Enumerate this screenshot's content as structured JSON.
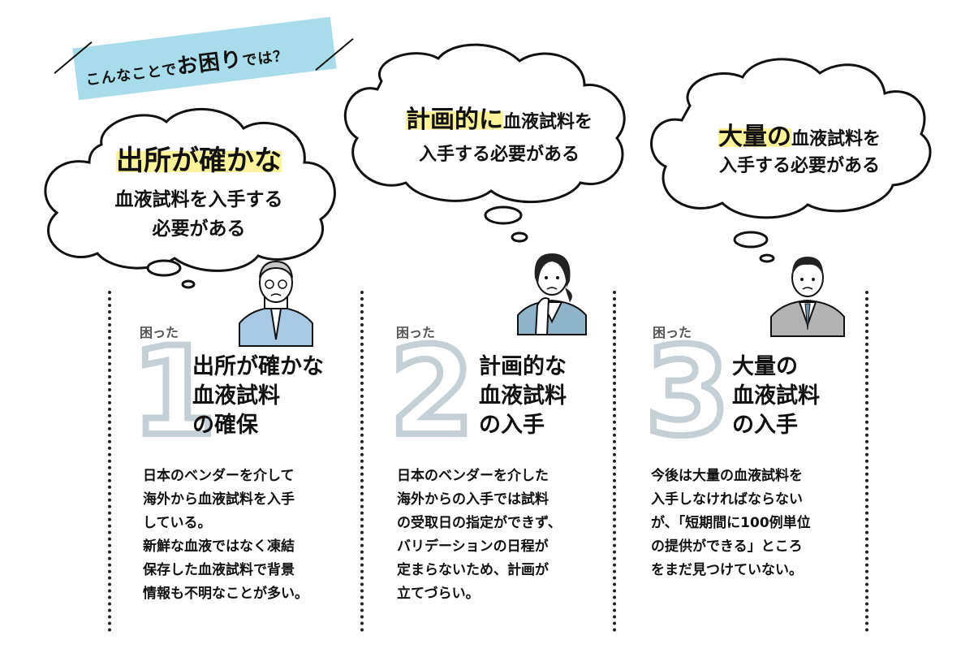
{
  "header": {
    "tag_pre": "こんなことで",
    "tag_big": "お困り",
    "tag_post": "では？"
  },
  "clouds": [
    {
      "highlight": "出所が確かな",
      "line2": "血液試料を入手する",
      "line3": "必要がある"
    },
    {
      "highlight": "計画的に",
      "line1_rest": "血液試料を",
      "line2": "入手する必要がある"
    },
    {
      "highlight": "大量の",
      "line1_rest": "血液試料を",
      "line2": "入手する必要がある"
    }
  ],
  "problems": [
    {
      "label": "困った",
      "number": "1",
      "title_lines": [
        "出所が確かな",
        "血液試料",
        "の確保"
      ],
      "body_lines": [
        "日本のベンダーを介して",
        "海外から血液試料を入手",
        "している。",
        "新鮮な血液ではなく凍結",
        "保存した血液試料で背景",
        "情報も不明なことが多い。"
      ]
    },
    {
      "label": "困った",
      "number": "2",
      "title_lines": [
        "計画的な",
        "血液試料",
        "の入手"
      ],
      "body_lines": [
        "日本のベンダーを介した",
        "海外からの入手では試料",
        "の受取日の指定ができず、",
        "バリデーションの日程が",
        "定まらないため、計画が",
        "立てづらい。"
      ]
    },
    {
      "label": "困った",
      "number": "3",
      "title_lines": [
        "大量の",
        "血液試料",
        "の入手"
      ],
      "body_lines": [
        "今後は大量の血液試料を",
        "入手しなければならない",
        "が、「短期間に100例単位",
        "の提供ができる」ところ",
        "をまだ見つけていない。"
      ]
    }
  ],
  "colors": {
    "tag": "#a9dceb",
    "highlight": "#fbf29a",
    "number_outline": "#c5d0d6",
    "shirt1": "#a9c8e4",
    "jacket2": "#8fb4c9",
    "suit3": "#b3b3b3"
  },
  "icons": [
    "thought-cloud",
    "worried-elderly-man",
    "worried-woman",
    "worried-businessman"
  ]
}
